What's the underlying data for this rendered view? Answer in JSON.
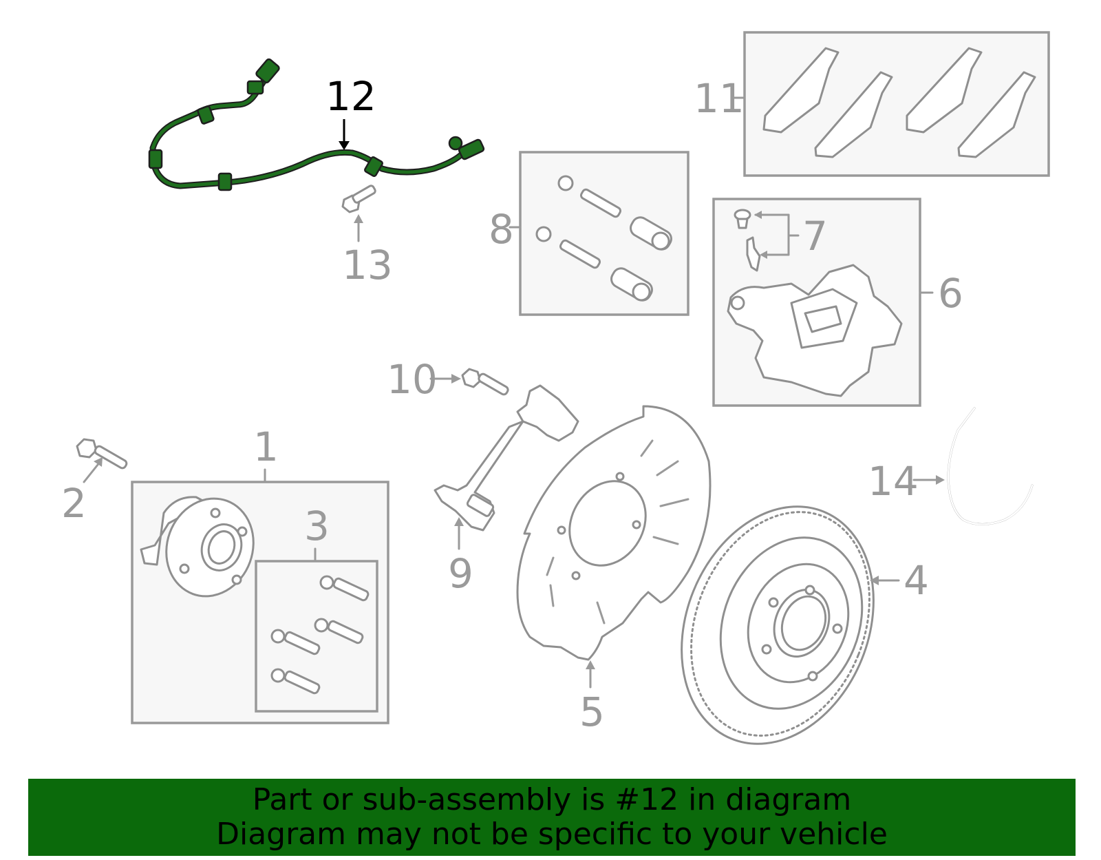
{
  "callouts": {
    "c1": "1",
    "c2": "2",
    "c3": "3",
    "c4": "4",
    "c5": "5",
    "c6": "6",
    "c7": "7",
    "c8": "8",
    "c9": "9",
    "c10": "10",
    "c11": "11",
    "c12": "12",
    "c13": "13",
    "c14": "14"
  },
  "highlight": {
    "part_number": "12",
    "color": "#1f6f1f"
  },
  "banner": {
    "line1": "Part or sub-assembly is #12 in diagram",
    "line2": "Diagram may not be specific to your vehicle",
    "background": "#0b6a0b"
  }
}
